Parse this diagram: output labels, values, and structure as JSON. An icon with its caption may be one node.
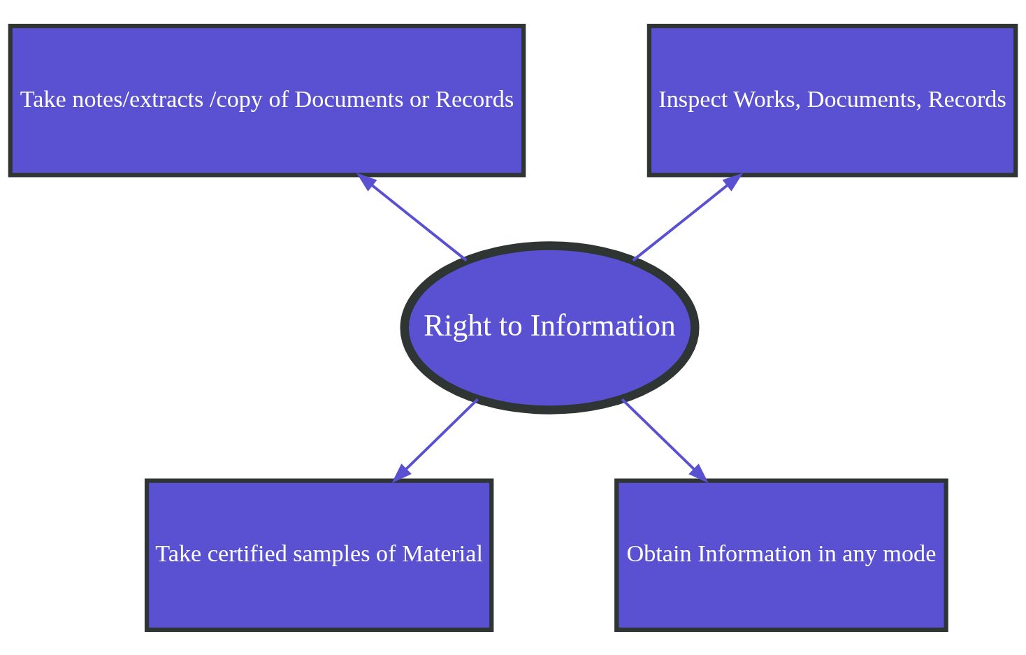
{
  "diagram": {
    "nodes": [
      {
        "text": [
          "Take notes/extracts /copy of Documents or Records"
        ]
      },
      {
        "text": [
          "Inspect Works, Documents, Records"
        ]
      },
      {
        "text": [
          "Right to Information"
        ]
      },
      {
        "text": [
          "Take certified samples of Material"
        ]
      },
      {
        "text": [
          "Obtain Information in any mode"
        ]
      }
    ],
    "edges": [
      {
        "from": 2,
        "to": 0,
        "arrow": "to"
      },
      {
        "from": 2,
        "to": 1,
        "arrow": "to"
      },
      {
        "from": 2,
        "to": 3,
        "arrow": "to"
      },
      {
        "from": 2,
        "to": 4,
        "arrow": "to"
      }
    ]
  }
}
